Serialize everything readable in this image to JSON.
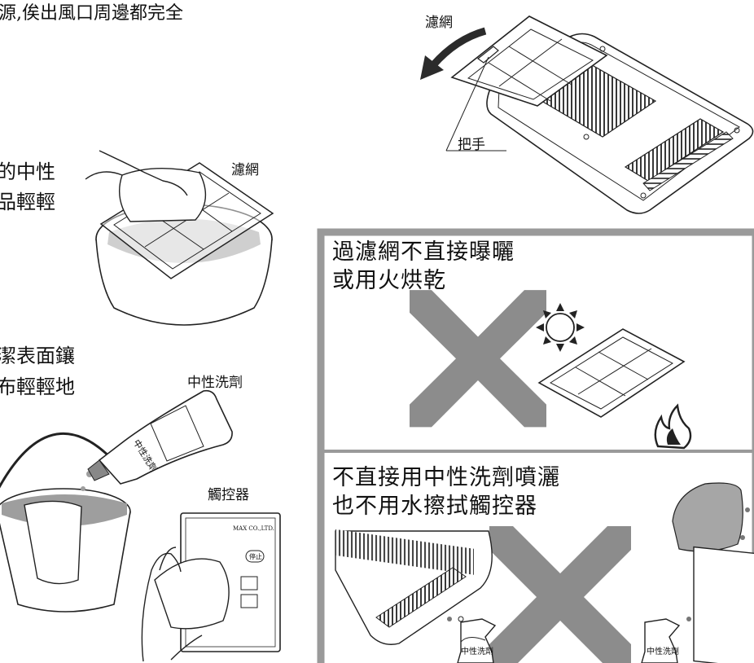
{
  "text": {
    "top_fragment": "源,俟出風口周邊都完全",
    "left_line_1": "的中性",
    "left_line_2": "品輕輕",
    "left_line_3": "潔表面鑲",
    "left_line_4": "布輕輕地"
  },
  "labels": {
    "filter_top": "濾網",
    "handle": "把手",
    "filter_bowl": "濾網",
    "detergent": "中性洗劑",
    "controller": "觸控器"
  },
  "panel": {
    "warning_1_line1": "過濾網不直接曝曬",
    "warning_1_line2": "或用火烘乾",
    "warning_2_line1": "不直接用中性洗劑噴灑",
    "warning_2_line2": "也不用水擦拭觸控器"
  },
  "product_text": {
    "bottle_label": "中性洗劑",
    "spray_label": "中性洗劑",
    "brand": "MAX CO.,LTD.",
    "stop_btn": "停止"
  },
  "colors": {
    "panel_border": "#9a9a9a",
    "cross": "#8c8c8c",
    "water": "#bdbdbd",
    "cloth": "#a6a6a6"
  }
}
